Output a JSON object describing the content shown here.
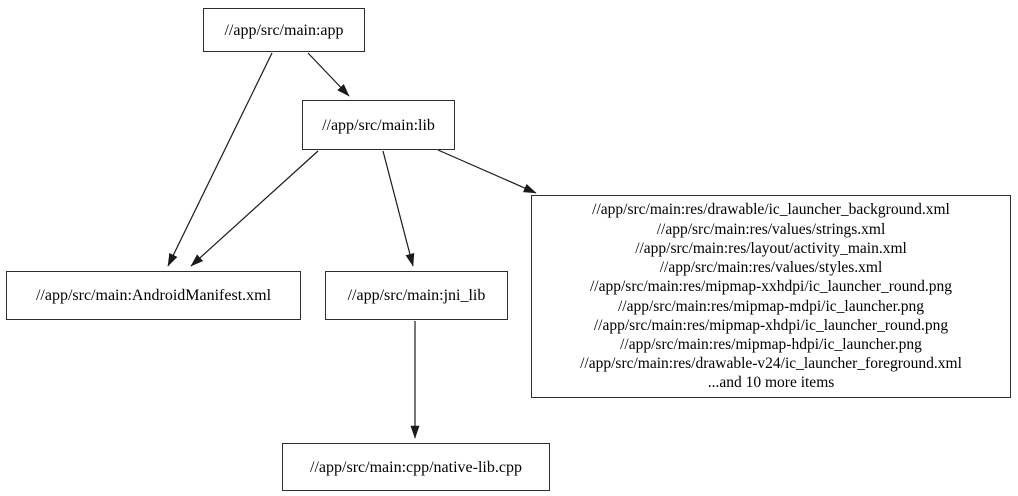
{
  "diagram": {
    "type": "dependency-graph",
    "background_color": "#ffffff",
    "node_border_color": "#2e2e2e",
    "edge_color": "#1a1a1a",
    "nodes": {
      "app": {
        "label": "//app/src/main:app"
      },
      "lib": {
        "label": "//app/src/main:lib"
      },
      "manifest": {
        "label": "//app/src/main:AndroidManifest.xml"
      },
      "jni_lib": {
        "label": "//app/src/main:jni_lib"
      },
      "cpp": {
        "label": "//app/src/main:cpp/native-lib.cpp"
      },
      "res": {
        "lines": [
          "//app/src/main:res/drawable/ic_launcher_background.xml",
          "//app/src/main:res/values/strings.xml",
          "//app/src/main:res/layout/activity_main.xml",
          "//app/src/main:res/values/styles.xml",
          "//app/src/main:res/mipmap-xxhdpi/ic_launcher_round.png",
          "//app/src/main:res/mipmap-mdpi/ic_launcher.png",
          "//app/src/main:res/mipmap-xhdpi/ic_launcher_round.png",
          "//app/src/main:res/mipmap-hdpi/ic_launcher.png",
          "//app/src/main:res/drawable-v24/ic_launcher_foreground.xml",
          "...and 10 more items"
        ]
      }
    },
    "edges": [
      {
        "from": "app",
        "to": "manifest"
      },
      {
        "from": "app",
        "to": "lib"
      },
      {
        "from": "lib",
        "to": "manifest"
      },
      {
        "from": "lib",
        "to": "jni_lib"
      },
      {
        "from": "lib",
        "to": "res"
      },
      {
        "from": "jni_lib",
        "to": "cpp"
      }
    ]
  }
}
